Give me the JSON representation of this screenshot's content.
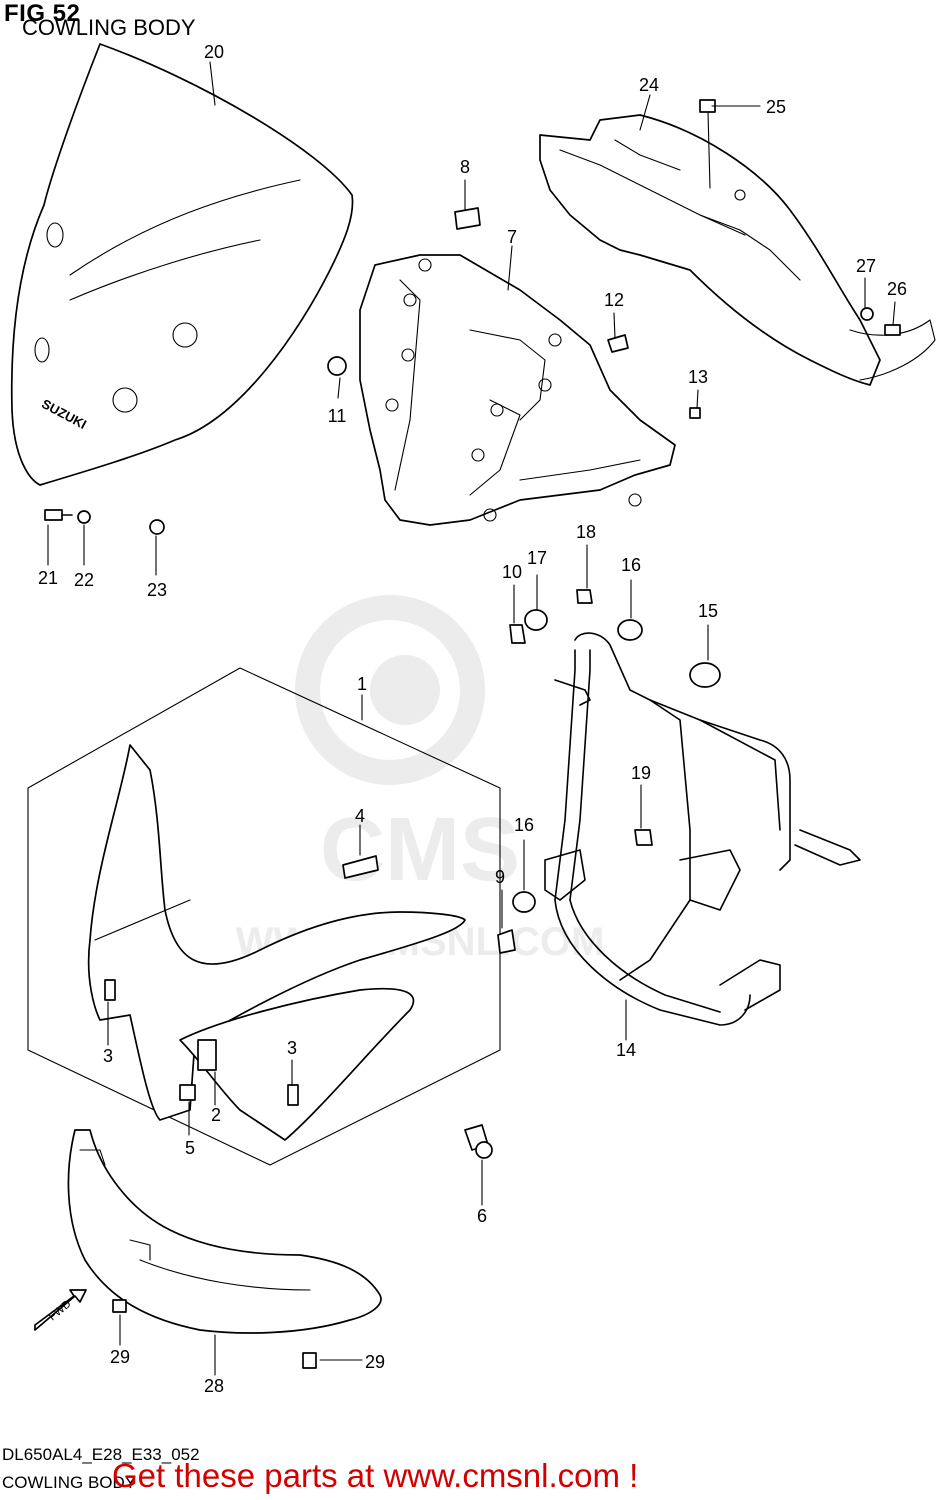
{
  "figure": {
    "label": "FIG 52",
    "title": "COWLING BODY",
    "code": "DL650AL4_E28_E33_052",
    "footer_title": "COWLING BODY"
  },
  "watermark": {
    "text": "WWW.CMSNL.COM",
    "logo": "CMS"
  },
  "promo": {
    "text": "Get these parts at www.cmsnl.com !",
    "color": "#d20000"
  },
  "brand_mark": "SUZUKI",
  "fwd_label": "FWD",
  "part_numbers": [
    "20",
    "24",
    "25",
    "8",
    "7",
    "27",
    "26",
    "12",
    "13",
    "11",
    "21",
    "22",
    "23",
    "18",
    "10",
    "17",
    "16",
    "15",
    "1",
    "19",
    "4",
    "16",
    "9",
    "3",
    "2",
    "5",
    "3",
    "14",
    "6",
    "29",
    "28",
    "29"
  ],
  "icons": [
    "fwd-arrow-icon",
    "watermark-logo-icon"
  ]
}
